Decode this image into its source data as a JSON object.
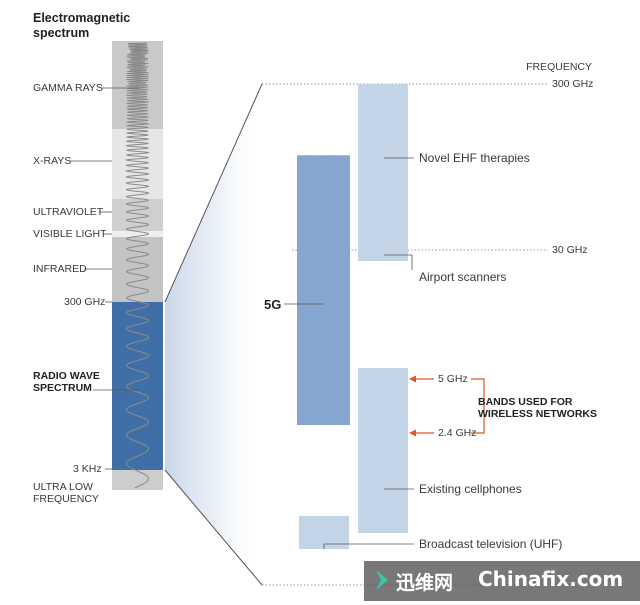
{
  "title": "Electromagnetic spectrum",
  "colors": {
    "band_gray": "#c9c9c9",
    "band_light": "#e6e6e6",
    "radio_blue": "#3f6fa6",
    "band_5g": "#86a6cf",
    "band_light_blue": "#c5d5e8",
    "accent_orange": "#e2562a"
  },
  "spectrum_labels": {
    "gamma": "GAMMA RAYS",
    "xrays": "X-RAYS",
    "ultraviolet": "ULTRAVIOLET",
    "visible": "VISIBLE LIGHT",
    "infrared": "INFRARED",
    "ghz300": "300 GHz",
    "radio": "RADIO WAVE SPECTRUM",
    "khz3": "3 KHz",
    "ulf": "ULTRA LOW FREQUENCY"
  },
  "frequency_axis": {
    "title": "FREQUENCY",
    "top": "300 GHz",
    "mid": "30 GHz"
  },
  "bands": {
    "fiveg": "5G",
    "ehf": "Novel EHF therapies",
    "airport": "Airport scanners",
    "cellphones": "Existing cellphones",
    "tv": "Broadcast television (UHF)"
  },
  "wireless": {
    "f5": "5 GHz",
    "f24": "2.4 GHz",
    "label": "BANDS USED FOR WIRELESS NETWORKS"
  },
  "watermark": {
    "cn": "迅维网",
    "en": "Chinafix.com"
  }
}
